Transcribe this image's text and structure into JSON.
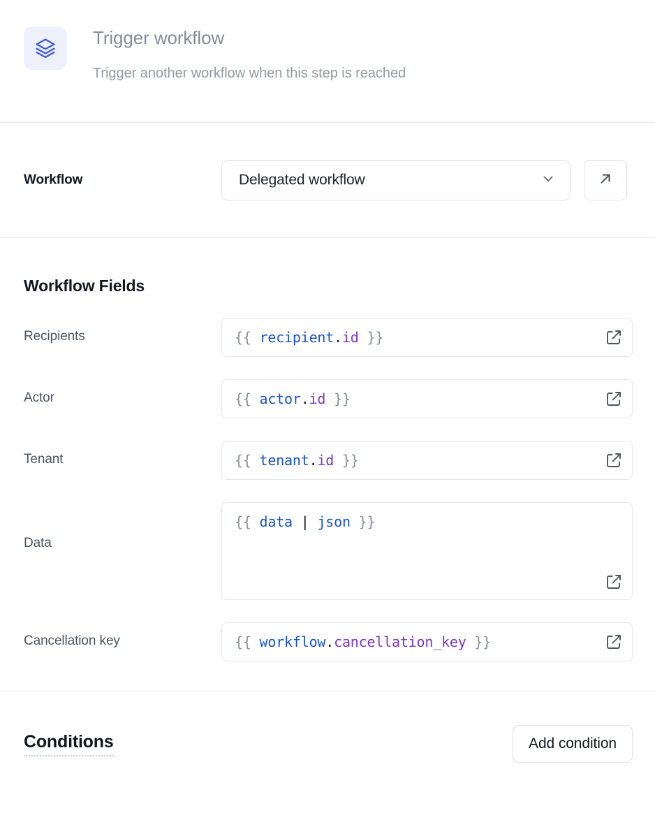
{
  "header": {
    "icon": "layers-stack-icon",
    "icon_color": "#3b5bdb",
    "icon_bg": "#eef1fb",
    "title": "Trigger workflow",
    "subtitle": "Trigger another workflow when this step is reached"
  },
  "workflow_row": {
    "label": "Workflow",
    "select": {
      "value": "Delegated workflow",
      "chevron_icon": "chevron-down-icon"
    },
    "open_button_icon": "arrow-up-right-icon"
  },
  "fields_section": {
    "title": "Workflow Fields",
    "fields": [
      {
        "label": "Recipients",
        "multiline": false,
        "tokens": [
          {
            "text": "{{",
            "kind": "brace"
          },
          {
            "text": " ",
            "kind": "punc"
          },
          {
            "text": "recipient",
            "kind": "obj"
          },
          {
            "text": ".",
            "kind": "punc"
          },
          {
            "text": "id",
            "kind": "prop"
          },
          {
            "text": " ",
            "kind": "punc"
          },
          {
            "text": "}}",
            "kind": "brace"
          }
        ],
        "raw": "{{ recipient.id }}",
        "action_icon": "external-link-icon"
      },
      {
        "label": "Actor",
        "multiline": false,
        "tokens": [
          {
            "text": "{{",
            "kind": "brace"
          },
          {
            "text": " ",
            "kind": "punc"
          },
          {
            "text": "actor",
            "kind": "obj"
          },
          {
            "text": ".",
            "kind": "punc"
          },
          {
            "text": "id",
            "kind": "prop"
          },
          {
            "text": " ",
            "kind": "punc"
          },
          {
            "text": "}}",
            "kind": "brace"
          }
        ],
        "raw": "{{ actor.id }}",
        "action_icon": "external-link-icon"
      },
      {
        "label": "Tenant",
        "multiline": false,
        "tokens": [
          {
            "text": "{{",
            "kind": "brace"
          },
          {
            "text": " ",
            "kind": "punc"
          },
          {
            "text": "tenant",
            "kind": "obj"
          },
          {
            "text": ".",
            "kind": "punc"
          },
          {
            "text": "id",
            "kind": "prop"
          },
          {
            "text": " ",
            "kind": "punc"
          },
          {
            "text": "}}",
            "kind": "brace"
          }
        ],
        "raw": "{{ tenant.id }}",
        "action_icon": "external-link-icon"
      },
      {
        "label": "Data",
        "multiline": true,
        "tokens": [
          {
            "text": "{{",
            "kind": "brace"
          },
          {
            "text": " ",
            "kind": "punc"
          },
          {
            "text": "data",
            "kind": "obj"
          },
          {
            "text": " ",
            "kind": "punc"
          },
          {
            "text": "|",
            "kind": "pipe"
          },
          {
            "text": " ",
            "kind": "punc"
          },
          {
            "text": "json",
            "kind": "obj"
          },
          {
            "text": " ",
            "kind": "punc"
          },
          {
            "text": "}}",
            "kind": "brace"
          }
        ],
        "raw": "{{ data | json }}",
        "action_icon": "external-link-icon"
      },
      {
        "label": "Cancellation key",
        "multiline": false,
        "tokens": [
          {
            "text": "{{",
            "kind": "brace"
          },
          {
            "text": " ",
            "kind": "punc"
          },
          {
            "text": "workflow",
            "kind": "obj"
          },
          {
            "text": ".",
            "kind": "punc"
          },
          {
            "text": "cancellation_key",
            "kind": "prop"
          },
          {
            "text": " ",
            "kind": "punc"
          },
          {
            "text": "}}",
            "kind": "brace"
          }
        ],
        "raw": "{{ workflow.cancellation_key }}",
        "action_icon": "external-link-icon"
      }
    ]
  },
  "conditions_section": {
    "title": "Conditions",
    "add_button_label": "Add condition"
  },
  "colors": {
    "accent_blue": "#1851d4",
    "accent_purple": "#7b35c9",
    "brace_gray": "#8a8f9c",
    "border": "#e4e7ec",
    "divider": "#e6e8ee",
    "text_primary": "#11161f",
    "text_muted": "#868b98"
  }
}
